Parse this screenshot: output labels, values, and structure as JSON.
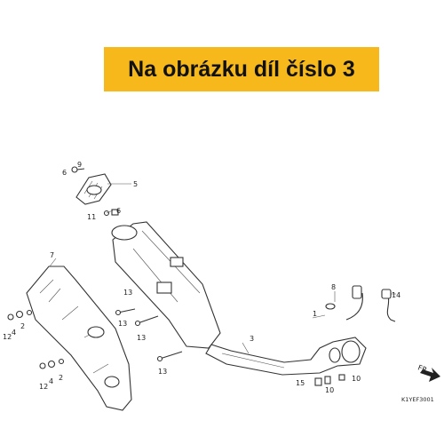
{
  "banner": {
    "text": "Na obrázku díl číslo 3"
  },
  "diagram_code": "K1YEF3001",
  "direction_label": "FR.",
  "callouts": {
    "c9": "9",
    "c6a": "6",
    "c5": "5",
    "c11": "11",
    "c6b": "6",
    "c7": "7",
    "c12a": "12",
    "c4a": "4",
    "c2a": "2",
    "c12b": "12",
    "c4b": "4",
    "c2b": "2",
    "c13a": "13",
    "c13b": "13",
    "c13c": "13",
    "c13d": "13",
    "c3": "3",
    "c8": "8",
    "c1": "1",
    "c14": "14",
    "c15": "15",
    "c10a": "10",
    "c10b": "10"
  }
}
